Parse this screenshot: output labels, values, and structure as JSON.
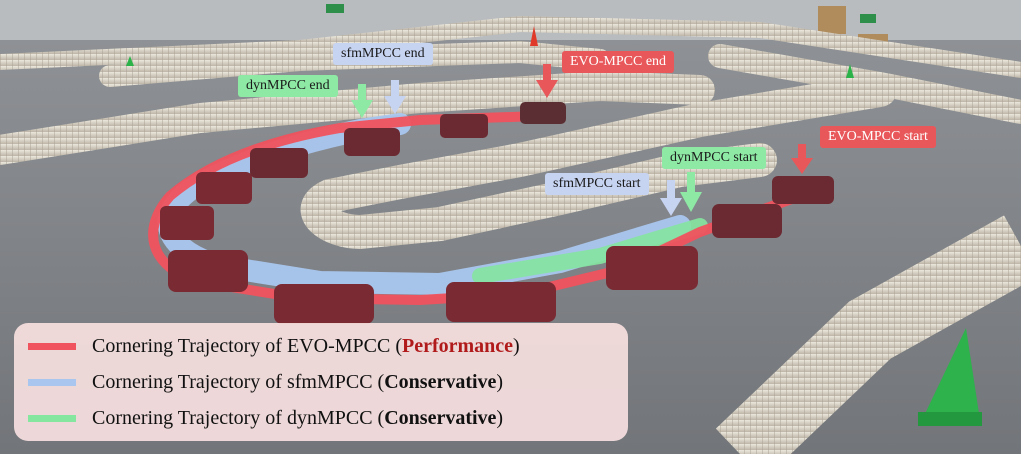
{
  "labels": {
    "sfm_end": "sfmMPCC end",
    "dyn_end": "dynMPCC end",
    "evo_end": "EVO-MPCC end",
    "evo_start": "EVO-MPCC start",
    "dyn_start": "dynMPCC start",
    "sfm_start": "sfmMPCC start"
  },
  "legend": {
    "items": [
      {
        "prefix": "Cornering Trajectory of EVO-MPCC (",
        "emphasis": "Performance",
        "suffix": ")"
      },
      {
        "prefix": "Cornering Trajectory of sfmMPCC (",
        "emphasis": "Conservative",
        "suffix": ")"
      },
      {
        "prefix": "Cornering Trajectory of dynMPCC (",
        "emphasis": "Conservative",
        "suffix": ")"
      }
    ]
  },
  "colors": {
    "evo": "#f0525e",
    "sfm": "#a9c6ee",
    "dyn": "#85e6a0",
    "floor": "#7d8084",
    "hose": "#d8d2c6"
  }
}
